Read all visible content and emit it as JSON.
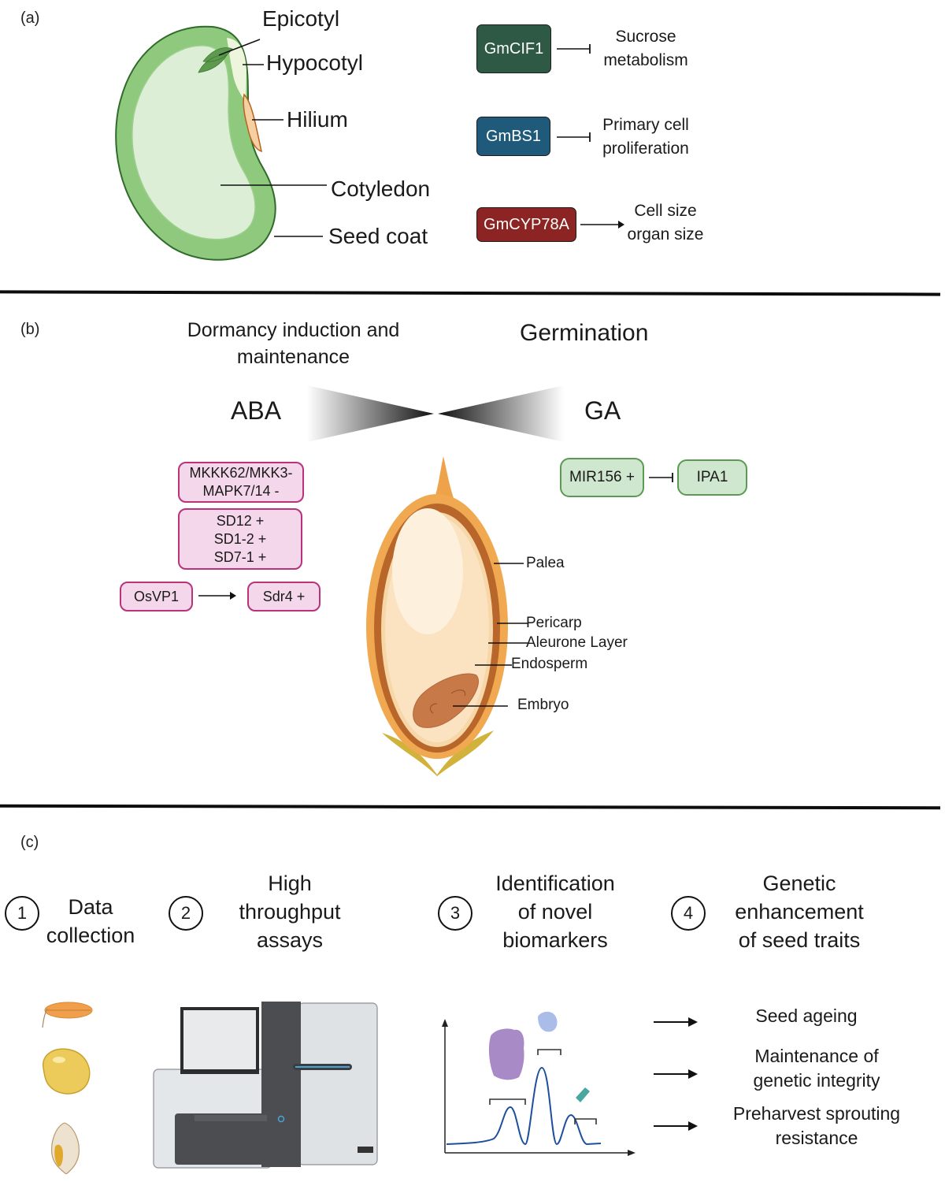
{
  "panel_a": {
    "label": "(a)",
    "seed_labels": {
      "epicotyl": "Epicotyl",
      "hypocotyl": "Hypocotyl",
      "hilium": "Hilium",
      "cotyledon": "Cotyledon",
      "seed_coat": "Seed coat"
    },
    "genes": [
      {
        "name": "GmCIF1",
        "color": "#2e5a45",
        "relation": "inhibits",
        "effect_line1": "Sucrose",
        "effect_line2": "metabolism"
      },
      {
        "name": "GmBS1",
        "color": "#1f5a7a",
        "relation": "inhibits",
        "effect_line1": "Primary cell",
        "effect_line2": "proliferation"
      },
      {
        "name": "GmCYP78A",
        "color": "#8c2424",
        "relation": "promotes",
        "effect_line1": "Cell size",
        "effect_line2": "organ size"
      }
    ]
  },
  "panel_b": {
    "label": "(b)",
    "left_title_line1": "Dormancy induction and",
    "left_title_line2": "maintenance",
    "right_title": "Germination",
    "left_hormone": "ABA",
    "right_hormone": "GA",
    "aba_boxes": {
      "mapk_line1": "MKKK62/MKK3-",
      "mapk_line2": "MAPK7/14 -",
      "sd_lines": [
        "SD12 +",
        "SD1-2 +",
        "SD7-1 +"
      ],
      "osvp1": "OsVP1",
      "sdr4": "Sdr4 +"
    },
    "ga_boxes": {
      "mir156": "MIR156 +",
      "ipa1": "IPA1"
    },
    "rice_labels": {
      "palea": "Palea",
      "pericarp": "Pericarp",
      "aleurone": "Aleurone Layer",
      "endosperm": "Endosperm",
      "embryo": "Embryo"
    },
    "colors": {
      "pink_fill": "#f4d7ea",
      "pink_border": "#b8337c",
      "green_fill": "#cfe6cf",
      "green_border": "#5a9a52"
    }
  },
  "panel_c": {
    "label": "(c)",
    "steps": [
      {
        "num": "1",
        "lines": [
          "Data",
          "collection"
        ]
      },
      {
        "num": "2",
        "lines": [
          "High",
          "throughput",
          "assays"
        ]
      },
      {
        "num": "3",
        "lines": [
          "Identification",
          "of novel",
          "biomarkers"
        ]
      },
      {
        "num": "4",
        "lines": [
          "Genetic",
          "enhancement",
          "of seed traits"
        ]
      }
    ],
    "outcomes": [
      {
        "lines": [
          "Seed ageing"
        ]
      },
      {
        "lines": [
          "Maintenance of",
          "genetic integrity"
        ]
      },
      {
        "lines": [
          "Preharvest sprouting",
          "resistance"
        ]
      }
    ]
  }
}
